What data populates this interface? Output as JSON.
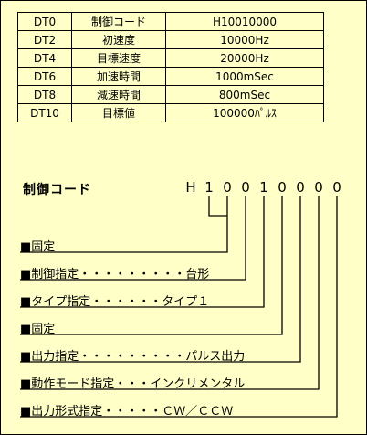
{
  "table": {
    "rows": [
      [
        "DT0",
        "制御コード",
        "H10010000"
      ],
      [
        "DT2",
        "初速度",
        "10000Hz"
      ],
      [
        "DT4",
        "目標速度",
        "20000Hz"
      ],
      [
        "DT6",
        "加速時間",
        "1000mSec"
      ],
      [
        "DT8",
        "減速時間",
        "800mSec"
      ],
      [
        "DT10",
        "目標値",
        "100000ﾊﾟﾙｽ"
      ]
    ]
  },
  "code": {
    "title": "制御コード",
    "digits": [
      "H",
      "1",
      "0",
      "0",
      "1",
      "0",
      "0",
      "0",
      "0"
    ]
  },
  "fields": [
    "■固定",
    "■制御指定・・・・・・・・・台形",
    "■タイプ指定・・・・・・タイプ１",
    "■固定",
    "■出力指定・・・・・・・・・パルス出力",
    "■動作モード指定・・・インクリメンタル",
    "■出力形式指定・・・・・ＣＷ／ＣＣＷ"
  ]
}
